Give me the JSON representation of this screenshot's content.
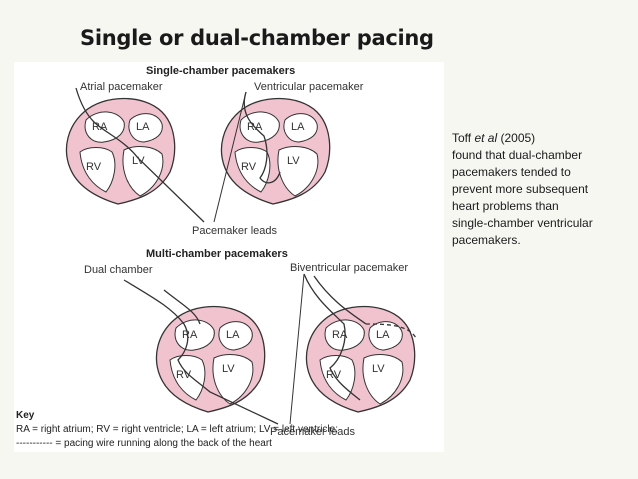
{
  "slide": {
    "title": "Single or dual-chamber pacing"
  },
  "figure": {
    "single_heading": "Single-chamber pacemakers",
    "multi_heading": "Multi-chamber pacemakers",
    "labels": {
      "atrial": "Atrial pacemaker",
      "ventricular": "Ventricular pacemaker",
      "dual": "Dual chamber",
      "biventricular": "Biventricular pacemaker",
      "leads_top": "Pacemaker leads",
      "leads_bottom": "Pacemaker leads"
    },
    "chambers": {
      "ra": "RA",
      "la": "LA",
      "rv": "RV",
      "lv": "LV"
    },
    "key": {
      "title": "Key",
      "line1": "RA = right atrium; RV = right ventricle; LA = left atrium; LV = left ventricle;",
      "line2": "----------- = pacing wire running along the back of the heart"
    }
  },
  "note": {
    "line1_pre": "Toff ",
    "line1_italic": "et al",
    "line1_post": " (2005)",
    "line2": "found that dual-chamber",
    "line3": "pacemakers tended to",
    "line4": "prevent more subsequent",
    "line5": "heart problems than",
    "line6": "single-chamber ventricular",
    "line7": "pacemakers."
  },
  "colors": {
    "heart_fill": "#f1c3cf",
    "heart_stroke": "#333333",
    "chamber_fill": "#ffffff",
    "wire": "#333333"
  }
}
